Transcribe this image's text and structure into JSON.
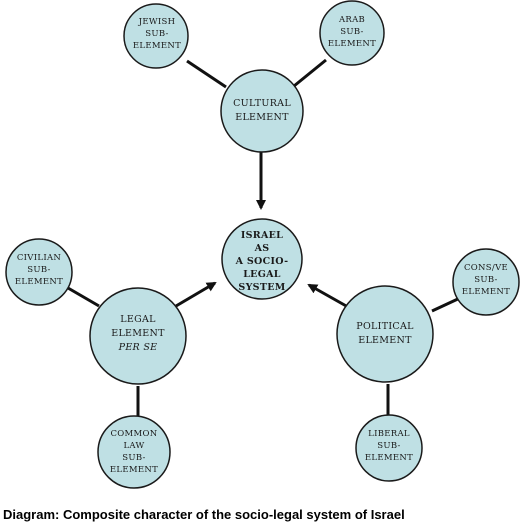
{
  "nodes": {
    "center": {
      "lines": [
        "ISRAEL",
        "AS",
        "A SOCIO-",
        "LEGAL",
        "SYSTEM"
      ]
    },
    "cultural": {
      "lines": [
        "CULTURAL",
        "ELEMENT"
      ]
    },
    "jewish": {
      "lines": [
        "JEWISH",
        "SUB-",
        "ELEMENT"
      ]
    },
    "arab": {
      "lines": [
        "ARAB",
        "SUB-",
        "ELEMENT"
      ]
    },
    "legal": {
      "lines": [
        "LEGAL",
        "ELEMENT",
        "PER SE"
      ]
    },
    "civilian": {
      "lines": [
        "CIVILIAN",
        "SUB-",
        "ELEMENT"
      ]
    },
    "common_law": {
      "lines": [
        "COMMON",
        "LAW",
        "SUB-",
        "ELEMENT"
      ]
    },
    "political": {
      "lines": [
        "POLITICAL",
        "ELEMENT"
      ]
    },
    "consve": {
      "lines": [
        "CONS/VE",
        "SUB-",
        "ELEMENT"
      ]
    },
    "liberal": {
      "lines": [
        "LIBERAL",
        "SUB-",
        "ELEMENT"
      ]
    }
  },
  "caption": "Diagram: Composite character of the socio-legal system of Israel"
}
